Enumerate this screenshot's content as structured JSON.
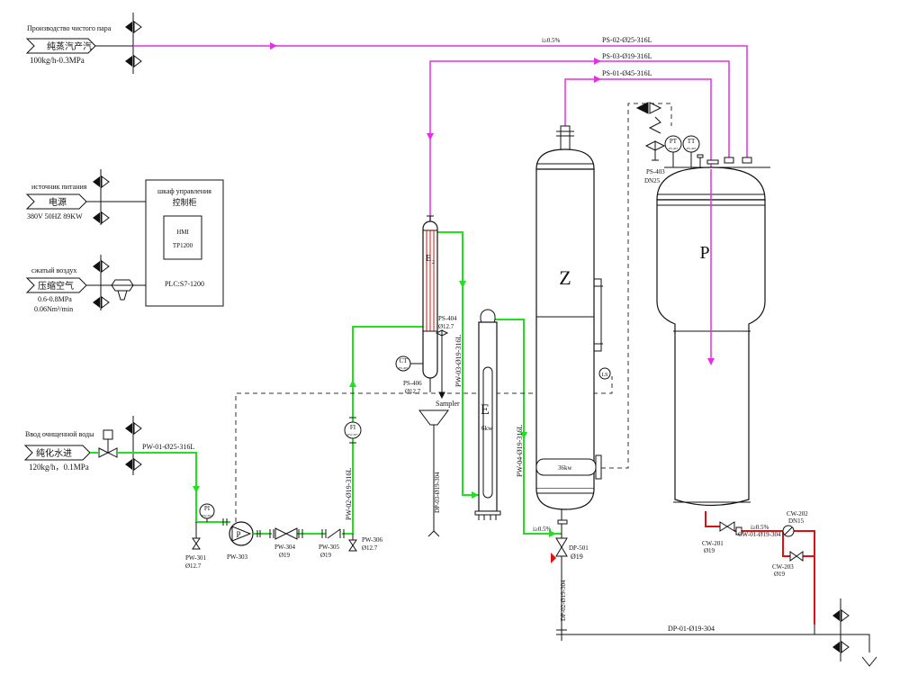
{
  "colors": {
    "steam": "#e52ee5",
    "pure_water": "#21e021",
    "cooling_water": "#e01010",
    "equipment": "#111111",
    "signal_dashed": "#333333"
  },
  "steam_supply": {
    "title": "Производство чистого пара",
    "tag": "纯蒸汽产汽",
    "spec": "100kg/h-0.3MPa"
  },
  "power_supply": {
    "title": "источник питания",
    "tag": "电源",
    "spec": "380V 50HZ 89KW"
  },
  "control_cabinet": {
    "title_ru": "шкаф управления",
    "title_cn": "控制柜",
    "hmi_line1": "HMI",
    "hmi_line2": "TP1200",
    "plc": "PLC:S7-1200"
  },
  "compressed_air": {
    "title": "сжатый воздух",
    "tag": "压缩空气",
    "spec1": "0.6-0.8MPa",
    "spec2": "0.06Nm³/min"
  },
  "water_inlet": {
    "title": "Ввод очищенной воды",
    "tag": "纯化水进",
    "spec": "120kg/h，0.1MPa"
  },
  "pipes": {
    "ps02": "PS-02-Ø25-316L",
    "ps03": "PS-03-Ø19-316L",
    "ps01": "PS-01-Ø45-316L",
    "pw01": "PW-01-Ø25-316L",
    "pw02": "PW-02-Ø19-316L",
    "pw03": "PW-03-Ø19-316L",
    "pw04": "PW-04-Ø19-316L",
    "dp03": "DP-03-Ø19-304",
    "dp02": "DP-02-Ø19-304",
    "dp01": "DP-01-Ø19-304",
    "cw01": "CW-01-Ø19-304",
    "slope1": "i≥0.5%",
    "slope2": "i≥0.5%",
    "slope3": "i≥0.5%"
  },
  "equipment": {
    "z": "Z",
    "p": "P",
    "e": "E",
    "e2": "E",
    "e2_sub": "2",
    "heater_z": "36kw",
    "heater_e": "6kw",
    "sampler": "Sampler"
  },
  "instruments": {
    "pt": "PT",
    "pt_sub": "PS-401",
    "tt": "TT",
    "tt_sub": "PS-402",
    "ct": "CT",
    "ct_sub": "PS-405",
    "ls": "LS",
    "pi": "PI",
    "pi_sub": "PW-302",
    "fi": "FI",
    "fi_sub": "PW-307",
    "pump": "P"
  },
  "valves": {
    "ps403": "PS-403",
    "ps403_dn": "DN25",
    "ps404": "PS-404",
    "ps404_d": "Ø12.7",
    "ps406": "PS-406",
    "ps406_d": "Ø12.7",
    "pw301": "PW-301",
    "pw301_d": "Ø12.7",
    "pw303": "PW-303",
    "pw304": "PW-304",
    "pw304_d": "Ø19",
    "pw305": "PW-305",
    "pw305_d": "Ø19",
    "pw306": "PW-306",
    "pw306_d": "Ø12.7",
    "dp501": "DP-501",
    "dp501_d": "Ø19",
    "cw201": "CW-201",
    "cw201_d": "Ø19",
    "cw202": "CW-202",
    "cw202_dn": "DN15",
    "cw203": "CW-203",
    "cw203_d": "Ø19"
  }
}
